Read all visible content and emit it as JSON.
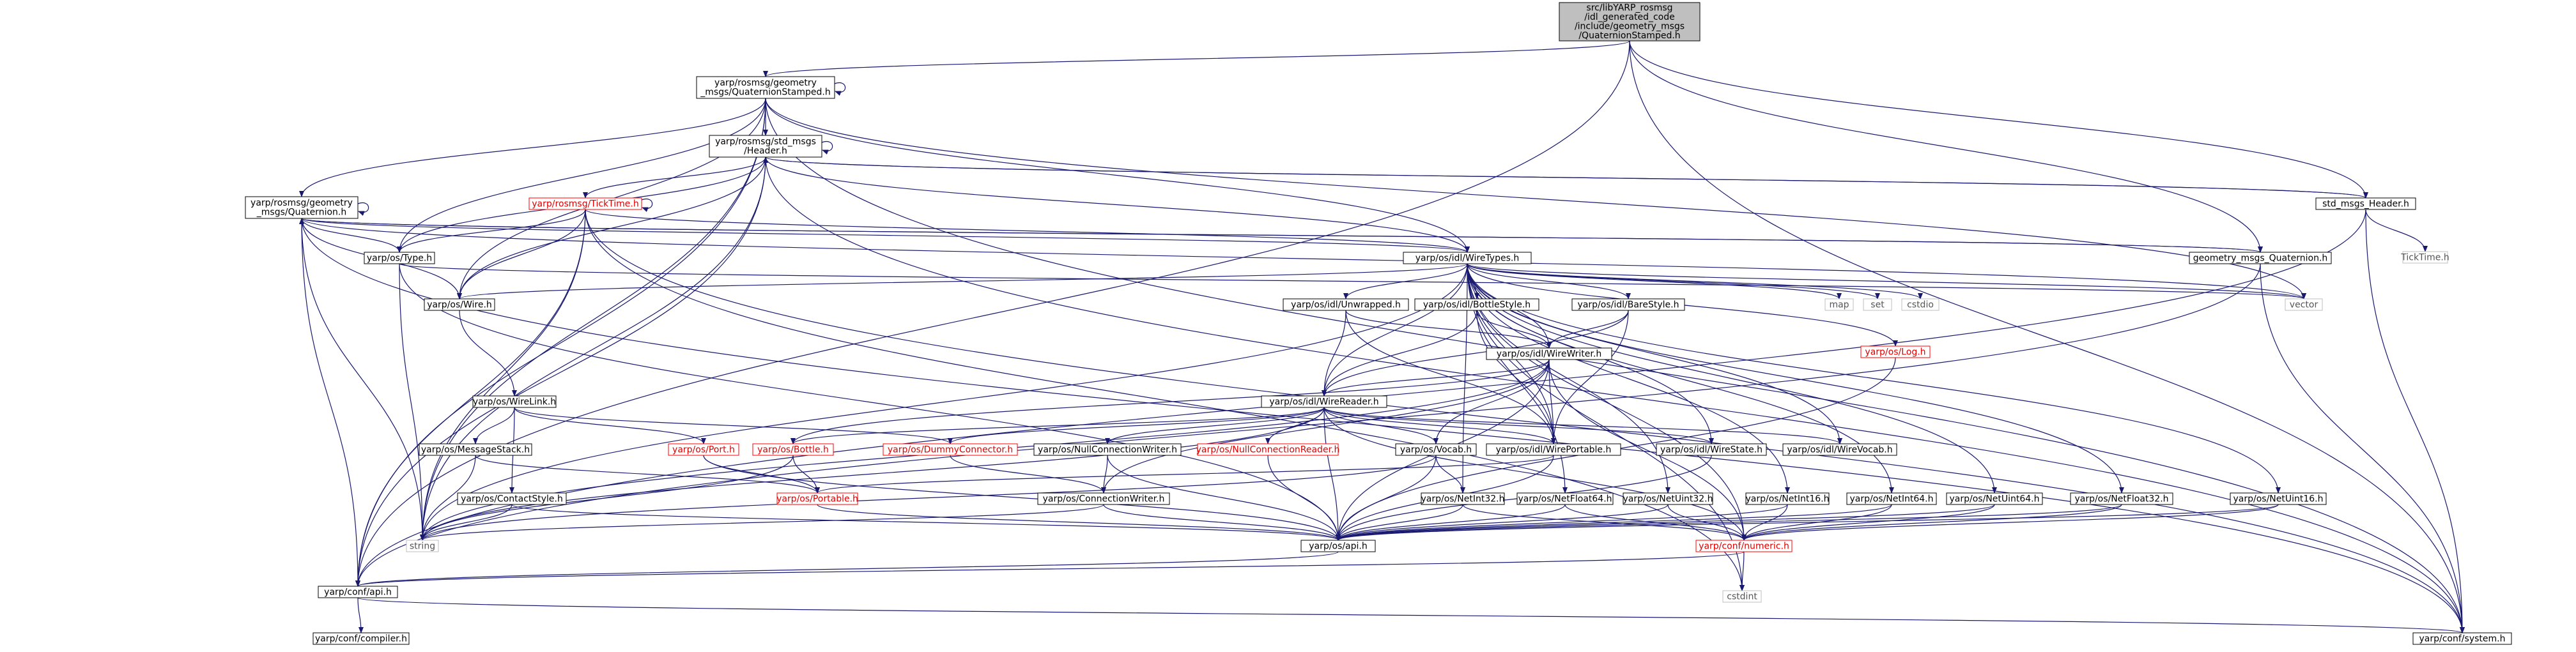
{
  "nodes": [
    {
      "id": "root",
      "kind": "root",
      "lines": [
        "src/libYARP_rosmsg",
        "/idl_generated_code",
        "/include/geometry_msgs",
        "/QuaternionStamped.h"
      ]
    },
    {
      "id": "qs",
      "kind": "file",
      "lines": [
        "yarp/rosmsg/geometry",
        "_msgs/QuaternionStamped.h"
      ]
    },
    {
      "id": "hdr",
      "kind": "file",
      "lines": [
        "yarp/rosmsg/std_msgs",
        "/Header.h"
      ]
    },
    {
      "id": "quat",
      "kind": "file",
      "lines": [
        "yarp/rosmsg/geometry",
        "_msgs/Quaternion.h"
      ]
    },
    {
      "id": "ticktime",
      "kind": "red",
      "lines": [
        "yarp/rosmsg/TickTime.h"
      ]
    },
    {
      "id": "stdmsgshdr",
      "kind": "file",
      "lines": [
        "std_msgs_Header.h"
      ]
    },
    {
      "id": "tickext",
      "kind": "ext",
      "lines": [
        "TickTime.h"
      ]
    },
    {
      "id": "geomquat",
      "kind": "file",
      "lines": [
        "geometry_msgs_Quaternion.h"
      ]
    },
    {
      "id": "type",
      "kind": "file",
      "lines": [
        "yarp/os/Type.h"
      ]
    },
    {
      "id": "wiretypes",
      "kind": "file",
      "lines": [
        "yarp/os/idl/WireTypes.h"
      ]
    },
    {
      "id": "wire",
      "kind": "file",
      "lines": [
        "yarp/os/Wire.h"
      ]
    },
    {
      "id": "vector",
      "kind": "ext",
      "lines": [
        "vector"
      ]
    },
    {
      "id": "map",
      "kind": "ext",
      "lines": [
        "map"
      ]
    },
    {
      "id": "set",
      "kind": "ext",
      "lines": [
        "set"
      ]
    },
    {
      "id": "cstdio",
      "kind": "ext",
      "lines": [
        "cstdio"
      ]
    },
    {
      "id": "unwrapped",
      "kind": "file",
      "lines": [
        "yarp/os/idl/Unwrapped.h"
      ]
    },
    {
      "id": "bottlestyle",
      "kind": "file",
      "lines": [
        "yarp/os/idl/BottleStyle.h"
      ]
    },
    {
      "id": "barestyle",
      "kind": "file",
      "lines": [
        "yarp/os/idl/BareStyle.h"
      ]
    },
    {
      "id": "log",
      "kind": "red",
      "lines": [
        "yarp/os/Log.h"
      ]
    },
    {
      "id": "wirewriter",
      "kind": "file",
      "lines": [
        "yarp/os/idl/WireWriter.h"
      ]
    },
    {
      "id": "wirelink",
      "kind": "file",
      "lines": [
        "yarp/os/WireLink.h"
      ]
    },
    {
      "id": "wirereader",
      "kind": "file",
      "lines": [
        "yarp/os/idl/WireReader.h"
      ]
    },
    {
      "id": "msgstack",
      "kind": "file",
      "lines": [
        "yarp/os/MessageStack.h"
      ]
    },
    {
      "id": "port",
      "kind": "red",
      "lines": [
        "yarp/os/Port.h"
      ]
    },
    {
      "id": "dummyconn",
      "kind": "red",
      "lines": [
        "yarp/os/DummyConnector.h"
      ]
    },
    {
      "id": "nullconnwriter",
      "kind": "file",
      "lines": [
        "yarp/os/NullConnectionWriter.h"
      ]
    },
    {
      "id": "nullconnreader",
      "kind": "red",
      "lines": [
        "yarp/os/NullConnectionReader.h"
      ]
    },
    {
      "id": "bottle",
      "kind": "red",
      "lines": [
        "yarp/os/Bottle.h"
      ]
    },
    {
      "id": "vocab",
      "kind": "file",
      "lines": [
        "yarp/os/Vocab.h"
      ]
    },
    {
      "id": "wireportable",
      "kind": "file",
      "lines": [
        "yarp/os/idl/WirePortable.h"
      ]
    },
    {
      "id": "wirestate",
      "kind": "file",
      "lines": [
        "yarp/os/idl/WireState.h"
      ]
    },
    {
      "id": "wirevocab",
      "kind": "file",
      "lines": [
        "yarp/os/idl/WireVocab.h"
      ]
    },
    {
      "id": "contactstyle",
      "kind": "file",
      "lines": [
        "yarp/os/ContactStyle.h"
      ]
    },
    {
      "id": "portable",
      "kind": "red",
      "lines": [
        "yarp/os/Portable.h"
      ]
    },
    {
      "id": "connwriter",
      "kind": "file",
      "lines": [
        "yarp/os/ConnectionWriter.h"
      ]
    },
    {
      "id": "netint32",
      "kind": "file",
      "lines": [
        "yarp/os/NetInt32.h"
      ]
    },
    {
      "id": "netfloat64",
      "kind": "file",
      "lines": [
        "yarp/os/NetFloat64.h"
      ]
    },
    {
      "id": "netuint32",
      "kind": "file",
      "lines": [
        "yarp/os/NetUint32.h"
      ]
    },
    {
      "id": "netint16",
      "kind": "file",
      "lines": [
        "yarp/os/NetInt16.h"
      ]
    },
    {
      "id": "netint64",
      "kind": "file",
      "lines": [
        "yarp/os/NetInt64.h"
      ]
    },
    {
      "id": "netuint64",
      "kind": "file",
      "lines": [
        "yarp/os/NetUint64.h"
      ]
    },
    {
      "id": "netfloat32",
      "kind": "file",
      "lines": [
        "yarp/os/NetFloat32.h"
      ]
    },
    {
      "id": "netuint16",
      "kind": "file",
      "lines": [
        "yarp/os/NetUint16.h"
      ]
    },
    {
      "id": "string",
      "kind": "ext",
      "lines": [
        "string"
      ]
    },
    {
      "id": "osapi",
      "kind": "file",
      "lines": [
        "yarp/os/api.h"
      ]
    },
    {
      "id": "numeric",
      "kind": "red",
      "lines": [
        "yarp/conf/numeric.h"
      ]
    },
    {
      "id": "confapi",
      "kind": "file",
      "lines": [
        "yarp/conf/api.h"
      ]
    },
    {
      "id": "cstdint",
      "kind": "ext",
      "lines": [
        "cstdint"
      ]
    },
    {
      "id": "compiler",
      "kind": "file",
      "lines": [
        "yarp/conf/compiler.h"
      ]
    },
    {
      "id": "system",
      "kind": "file",
      "lines": [
        "yarp/conf/system.h"
      ]
    }
  ],
  "edges": [
    [
      "root",
      "qs"
    ],
    [
      "root",
      "stdmsgshdr"
    ],
    [
      "root",
      "geomquat"
    ],
    [
      "root",
      "system"
    ],
    [
      "root",
      "confapi"
    ],
    [
      "qs",
      "qs"
    ],
    [
      "qs",
      "hdr"
    ],
    [
      "qs",
      "quat"
    ],
    [
      "qs",
      "wiretypes"
    ],
    [
      "qs",
      "type"
    ],
    [
      "qs",
      "wire"
    ],
    [
      "qs",
      "string"
    ],
    [
      "qs",
      "confapi"
    ],
    [
      "qs",
      "vector"
    ],
    [
      "qs",
      "system"
    ],
    [
      "hdr",
      "hdr"
    ],
    [
      "hdr",
      "ticktime"
    ],
    [
      "hdr",
      "stdmsgshdr"
    ],
    [
      "hdr",
      "wiretypes"
    ],
    [
      "hdr",
      "type"
    ],
    [
      "hdr",
      "wire"
    ],
    [
      "hdr",
      "string"
    ],
    [
      "hdr",
      "confapi"
    ],
    [
      "hdr",
      "system"
    ],
    [
      "quat",
      "quat"
    ],
    [
      "quat",
      "wiretypes"
    ],
    [
      "quat",
      "geomquat"
    ],
    [
      "quat",
      "type"
    ],
    [
      "quat",
      "wire"
    ],
    [
      "quat",
      "string"
    ],
    [
      "quat",
      "confapi"
    ],
    [
      "quat",
      "system"
    ],
    [
      "quat",
      "vector"
    ],
    [
      "ticktime",
      "ticktime"
    ],
    [
      "ticktime",
      "wiretypes"
    ],
    [
      "ticktime",
      "type"
    ],
    [
      "ticktime",
      "wire"
    ],
    [
      "ticktime",
      "string"
    ],
    [
      "ticktime",
      "confapi"
    ],
    [
      "ticktime",
      "system"
    ],
    [
      "ticktime",
      "cstdint"
    ],
    [
      "stdmsgshdr",
      "hdr"
    ],
    [
      "stdmsgshdr",
      "tickext"
    ],
    [
      "stdmsgshdr",
      "system"
    ],
    [
      "stdmsgshdr",
      "confapi"
    ],
    [
      "geomquat",
      "quat"
    ],
    [
      "geomquat",
      "system"
    ],
    [
      "geomquat",
      "confapi"
    ],
    [
      "type",
      "string"
    ],
    [
      "type",
      "osapi"
    ],
    [
      "type",
      "vector"
    ],
    [
      "wire",
      "wirelink"
    ],
    [
      "wiretypes",
      "wire"
    ],
    [
      "wiretypes",
      "map"
    ],
    [
      "wiretypes",
      "set"
    ],
    [
      "wiretypes",
      "cstdio"
    ],
    [
      "wiretypes",
      "vector"
    ],
    [
      "wiretypes",
      "string"
    ],
    [
      "wiretypes",
      "unwrapped"
    ],
    [
      "wiretypes",
      "bottlestyle"
    ],
    [
      "wiretypes",
      "barestyle"
    ],
    [
      "wiretypes",
      "log"
    ],
    [
      "wiretypes",
      "wirewriter"
    ],
    [
      "wiretypes",
      "wirereader"
    ],
    [
      "wiretypes",
      "wireportable"
    ],
    [
      "wiretypes",
      "wirestate"
    ],
    [
      "wiretypes",
      "wirevocab"
    ],
    [
      "wiretypes",
      "netint32"
    ],
    [
      "wiretypes",
      "netfloat64"
    ],
    [
      "wiretypes",
      "netuint32"
    ],
    [
      "wiretypes",
      "netint16"
    ],
    [
      "wiretypes",
      "netint64"
    ],
    [
      "wiretypes",
      "netuint64"
    ],
    [
      "wiretypes",
      "netfloat32"
    ],
    [
      "wiretypes",
      "netuint16"
    ],
    [
      "wiretypes",
      "cstdint"
    ],
    [
      "wiretypes",
      "numeric"
    ],
    [
      "unwrapped",
      "wirewriter"
    ],
    [
      "unwrapped",
      "wirereader"
    ],
    [
      "unwrapped",
      "wireportable"
    ],
    [
      "bottlestyle",
      "wirewriter"
    ],
    [
      "bottlestyle",
      "wirereader"
    ],
    [
      "bottlestyle",
      "wireportable"
    ],
    [
      "barestyle",
      "wirewriter"
    ],
    [
      "barestyle",
      "wirereader"
    ],
    [
      "barestyle",
      "wireportable"
    ],
    [
      "log",
      "osapi"
    ],
    [
      "wirewriter",
      "wirereader"
    ],
    [
      "wirewriter",
      "wireportable"
    ],
    [
      "wirewriter",
      "bottle"
    ],
    [
      "wirewriter",
      "vocab"
    ],
    [
      "wirewriter",
      "connwriter"
    ],
    [
      "wirewriter",
      "numeric"
    ],
    [
      "wirewriter",
      "osapi"
    ],
    [
      "wirewriter",
      "string"
    ],
    [
      "wirelink",
      "msgstack"
    ],
    [
      "wirelink",
      "port"
    ],
    [
      "wirelink",
      "contactstyle"
    ],
    [
      "wirelink",
      "dummyconn"
    ],
    [
      "wirereader",
      "wireportable"
    ],
    [
      "wirereader",
      "wirestate"
    ],
    [
      "wirereader",
      "wirevocab"
    ],
    [
      "wirereader",
      "bottle"
    ],
    [
      "wirereader",
      "vocab"
    ],
    [
      "wirereader",
      "nullconnwriter"
    ],
    [
      "wirereader",
      "nullconnreader"
    ],
    [
      "wirereader",
      "dummyconn"
    ],
    [
      "wirereader",
      "string"
    ],
    [
      "wirereader",
      "numeric"
    ],
    [
      "wirereader",
      "osapi"
    ],
    [
      "msgstack",
      "string"
    ],
    [
      "msgstack",
      "portable"
    ],
    [
      "port",
      "portable"
    ],
    [
      "port",
      "osapi"
    ],
    [
      "dummyconn",
      "connwriter"
    ],
    [
      "nullconnwriter",
      "connwriter"
    ],
    [
      "nullconnwriter",
      "osapi"
    ],
    [
      "nullconnreader",
      "osapi"
    ],
    [
      "bottle",
      "portable"
    ],
    [
      "bottle",
      "string"
    ],
    [
      "vocab",
      "osapi"
    ],
    [
      "vocab",
      "string"
    ],
    [
      "vocab",
      "netint32"
    ],
    [
      "wireportable",
      "portable"
    ],
    [
      "wireportable",
      "osapi"
    ],
    [
      "wirestate",
      "osapi"
    ],
    [
      "contactstyle",
      "osapi"
    ],
    [
      "contactstyle",
      "string"
    ],
    [
      "portable",
      "osapi"
    ],
    [
      "connwriter",
      "osapi"
    ],
    [
      "connwriter",
      "string"
    ],
    [
      "netint32",
      "osapi"
    ],
    [
      "netint32",
      "numeric"
    ],
    [
      "netfloat64",
      "osapi"
    ],
    [
      "netfloat64",
      "numeric"
    ],
    [
      "netuint32",
      "osapi"
    ],
    [
      "netuint32",
      "numeric"
    ],
    [
      "netint16",
      "osapi"
    ],
    [
      "netint16",
      "numeric"
    ],
    [
      "netint64",
      "osapi"
    ],
    [
      "netint64",
      "numeric"
    ],
    [
      "netuint64",
      "osapi"
    ],
    [
      "netuint64",
      "numeric"
    ],
    [
      "netfloat32",
      "osapi"
    ],
    [
      "netfloat32",
      "numeric"
    ],
    [
      "netuint16",
      "osapi"
    ],
    [
      "netuint16",
      "numeric"
    ],
    [
      "osapi",
      "confapi"
    ],
    [
      "numeric",
      "confapi"
    ],
    [
      "numeric",
      "cstdint"
    ],
    [
      "confapi",
      "compiler"
    ],
    [
      "confapi",
      "system"
    ]
  ]
}
